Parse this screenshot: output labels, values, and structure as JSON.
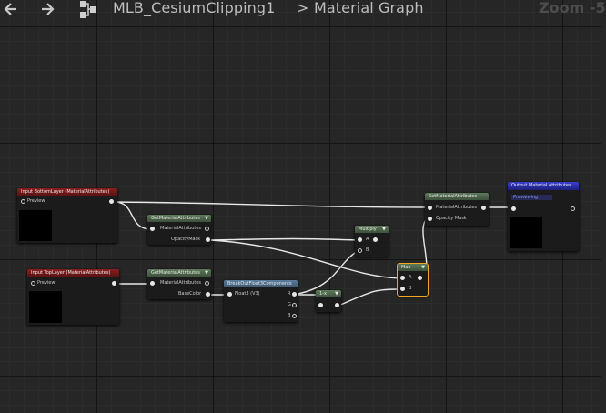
{
  "toolbar": {
    "back_icon": "arrow-left-icon",
    "forward_icon": "arrow-right-icon",
    "graph_icon": "node-graph-icon",
    "breadcrumb_asset": "MLB_CesiumClipping1",
    "breadcrumb_separator": ">",
    "breadcrumb_graph": "Material Graph",
    "zoom": "Zoom -5"
  },
  "nodes": {
    "input_bottom": {
      "title": "Input BottomLayer (MaterialAttributes)",
      "preview_label": "Preview"
    },
    "input_top": {
      "title": "Input TopLayer (MaterialAttributes)",
      "preview_label": "Preview"
    },
    "get_attr_1": {
      "title": "GetMaterialAttributes",
      "pin_in": "MaterialAttributes",
      "pin_out": "OpacityMask"
    },
    "get_attr_2": {
      "title": "GetMaterialAttributes",
      "pin_in": "MaterialAttributes",
      "pin_out": "BaseColor"
    },
    "break_float3": {
      "title": "BreakOutFloat3Components",
      "pin_in": "Float3 (V3)",
      "out_r": "R",
      "out_g": "G",
      "out_b": "B"
    },
    "one_minus": {
      "title": "1-x"
    },
    "multiply": {
      "title": "Multiply",
      "pin_a": "A",
      "pin_b": "B"
    },
    "max": {
      "title": "Max",
      "pin_a": "A",
      "pin_b": "B"
    },
    "set_attr": {
      "title": "SetMaterialAttributes",
      "pin_attr": "MaterialAttributes",
      "pin_mask": "Opacity Mask"
    },
    "output": {
      "title": "Output Material Attributes",
      "status": "Previewing"
    }
  }
}
